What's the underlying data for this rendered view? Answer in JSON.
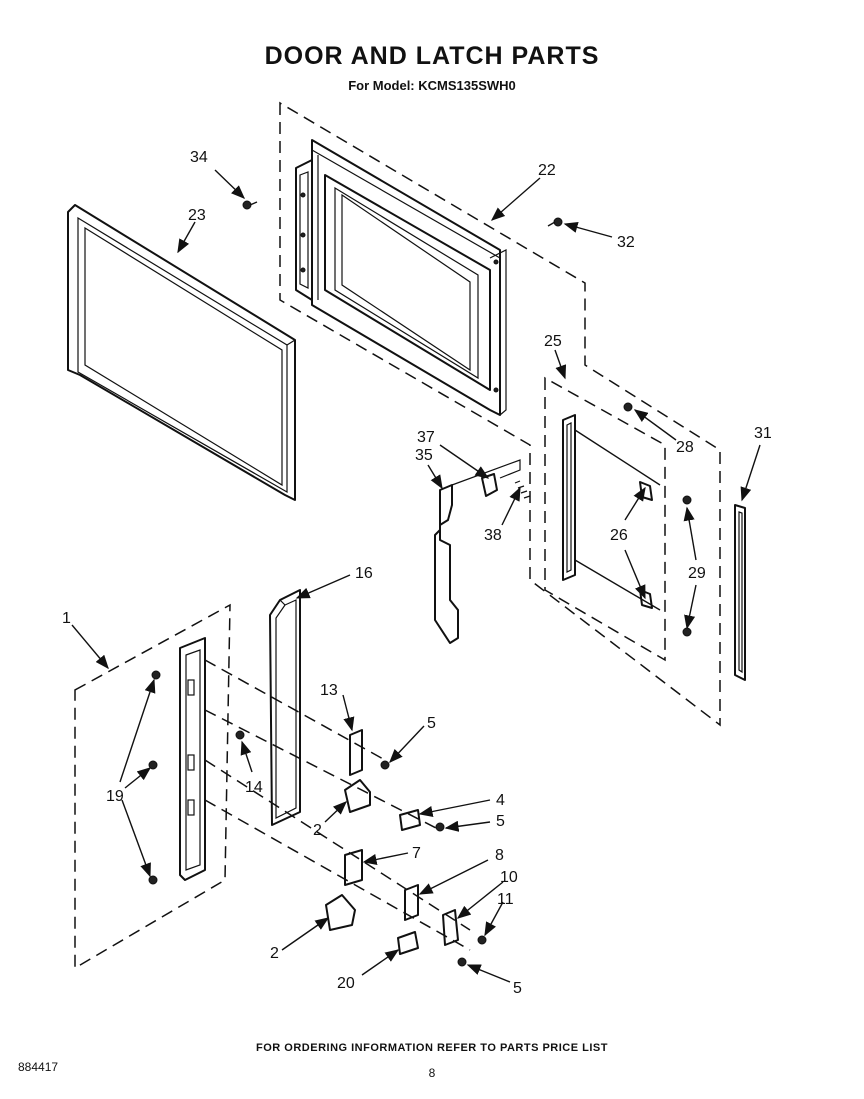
{
  "header": {
    "title": "DOOR AND LATCH PARTS",
    "model_line": "For Model: KCMS135SWH0"
  },
  "footer": {
    "ordering_note": "FOR ORDERING INFORMATION REFER TO PARTS PRICE LIST",
    "document_number": "884417",
    "page_number": "8"
  },
  "callouts": [
    "1",
    "2",
    "2",
    "4",
    "5",
    "5",
    "5",
    "7",
    "8",
    "10",
    "11",
    "13",
    "14",
    "16",
    "19",
    "20",
    "22",
    "23",
    "25",
    "26",
    "28",
    "29",
    "31",
    "32",
    "34",
    "35",
    "37",
    "38"
  ]
}
